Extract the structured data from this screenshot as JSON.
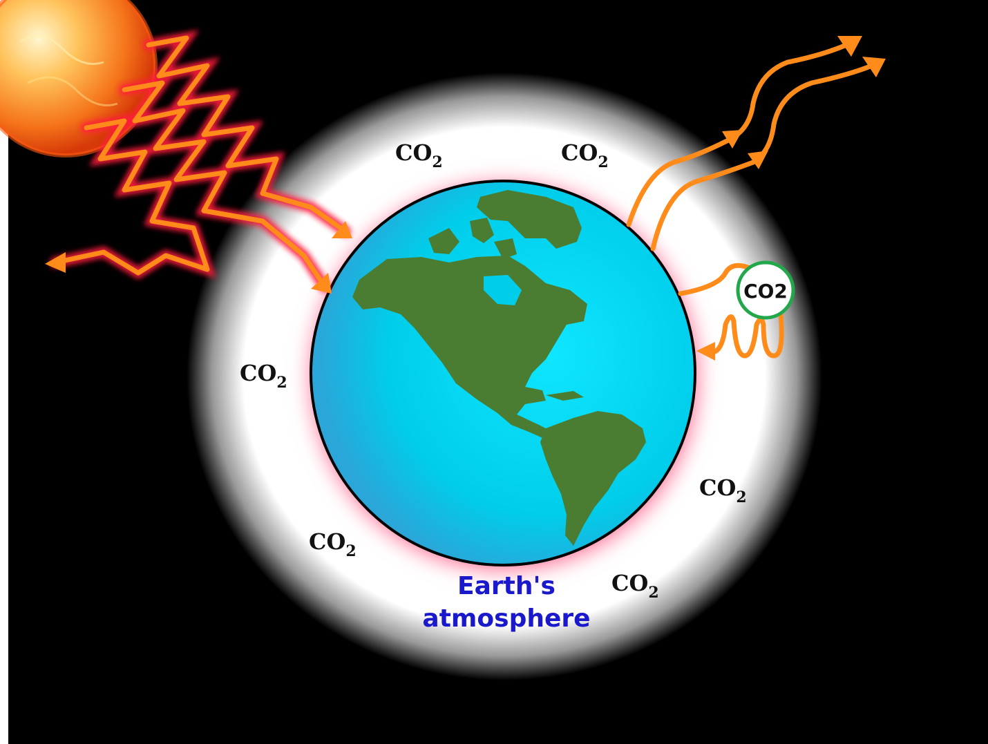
{
  "diagram": {
    "co2_label": {
      "main": "CO",
      "sub": "2"
    },
    "molecule_label": "CO2",
    "atmosphere_caption": [
      "Earth's",
      "atmosphere"
    ]
  },
  "colors": {
    "space": "#000000",
    "atmosphere": "#ffffff",
    "atmosphere_glow": "#ff8aa6",
    "ocean": "#00cfee",
    "land": "#4a7d32",
    "radiation": "#ff8c1a",
    "radiation_glow": "#ff1f3c",
    "molecule_ring": "#22a84a",
    "caption": "#1a1acc",
    "sun_core": "#ffe7a0",
    "sun_edge": "#e8400a"
  },
  "icons": [
    "sun-icon",
    "earth-globe-icon",
    "co2-molecule-icon"
  ]
}
